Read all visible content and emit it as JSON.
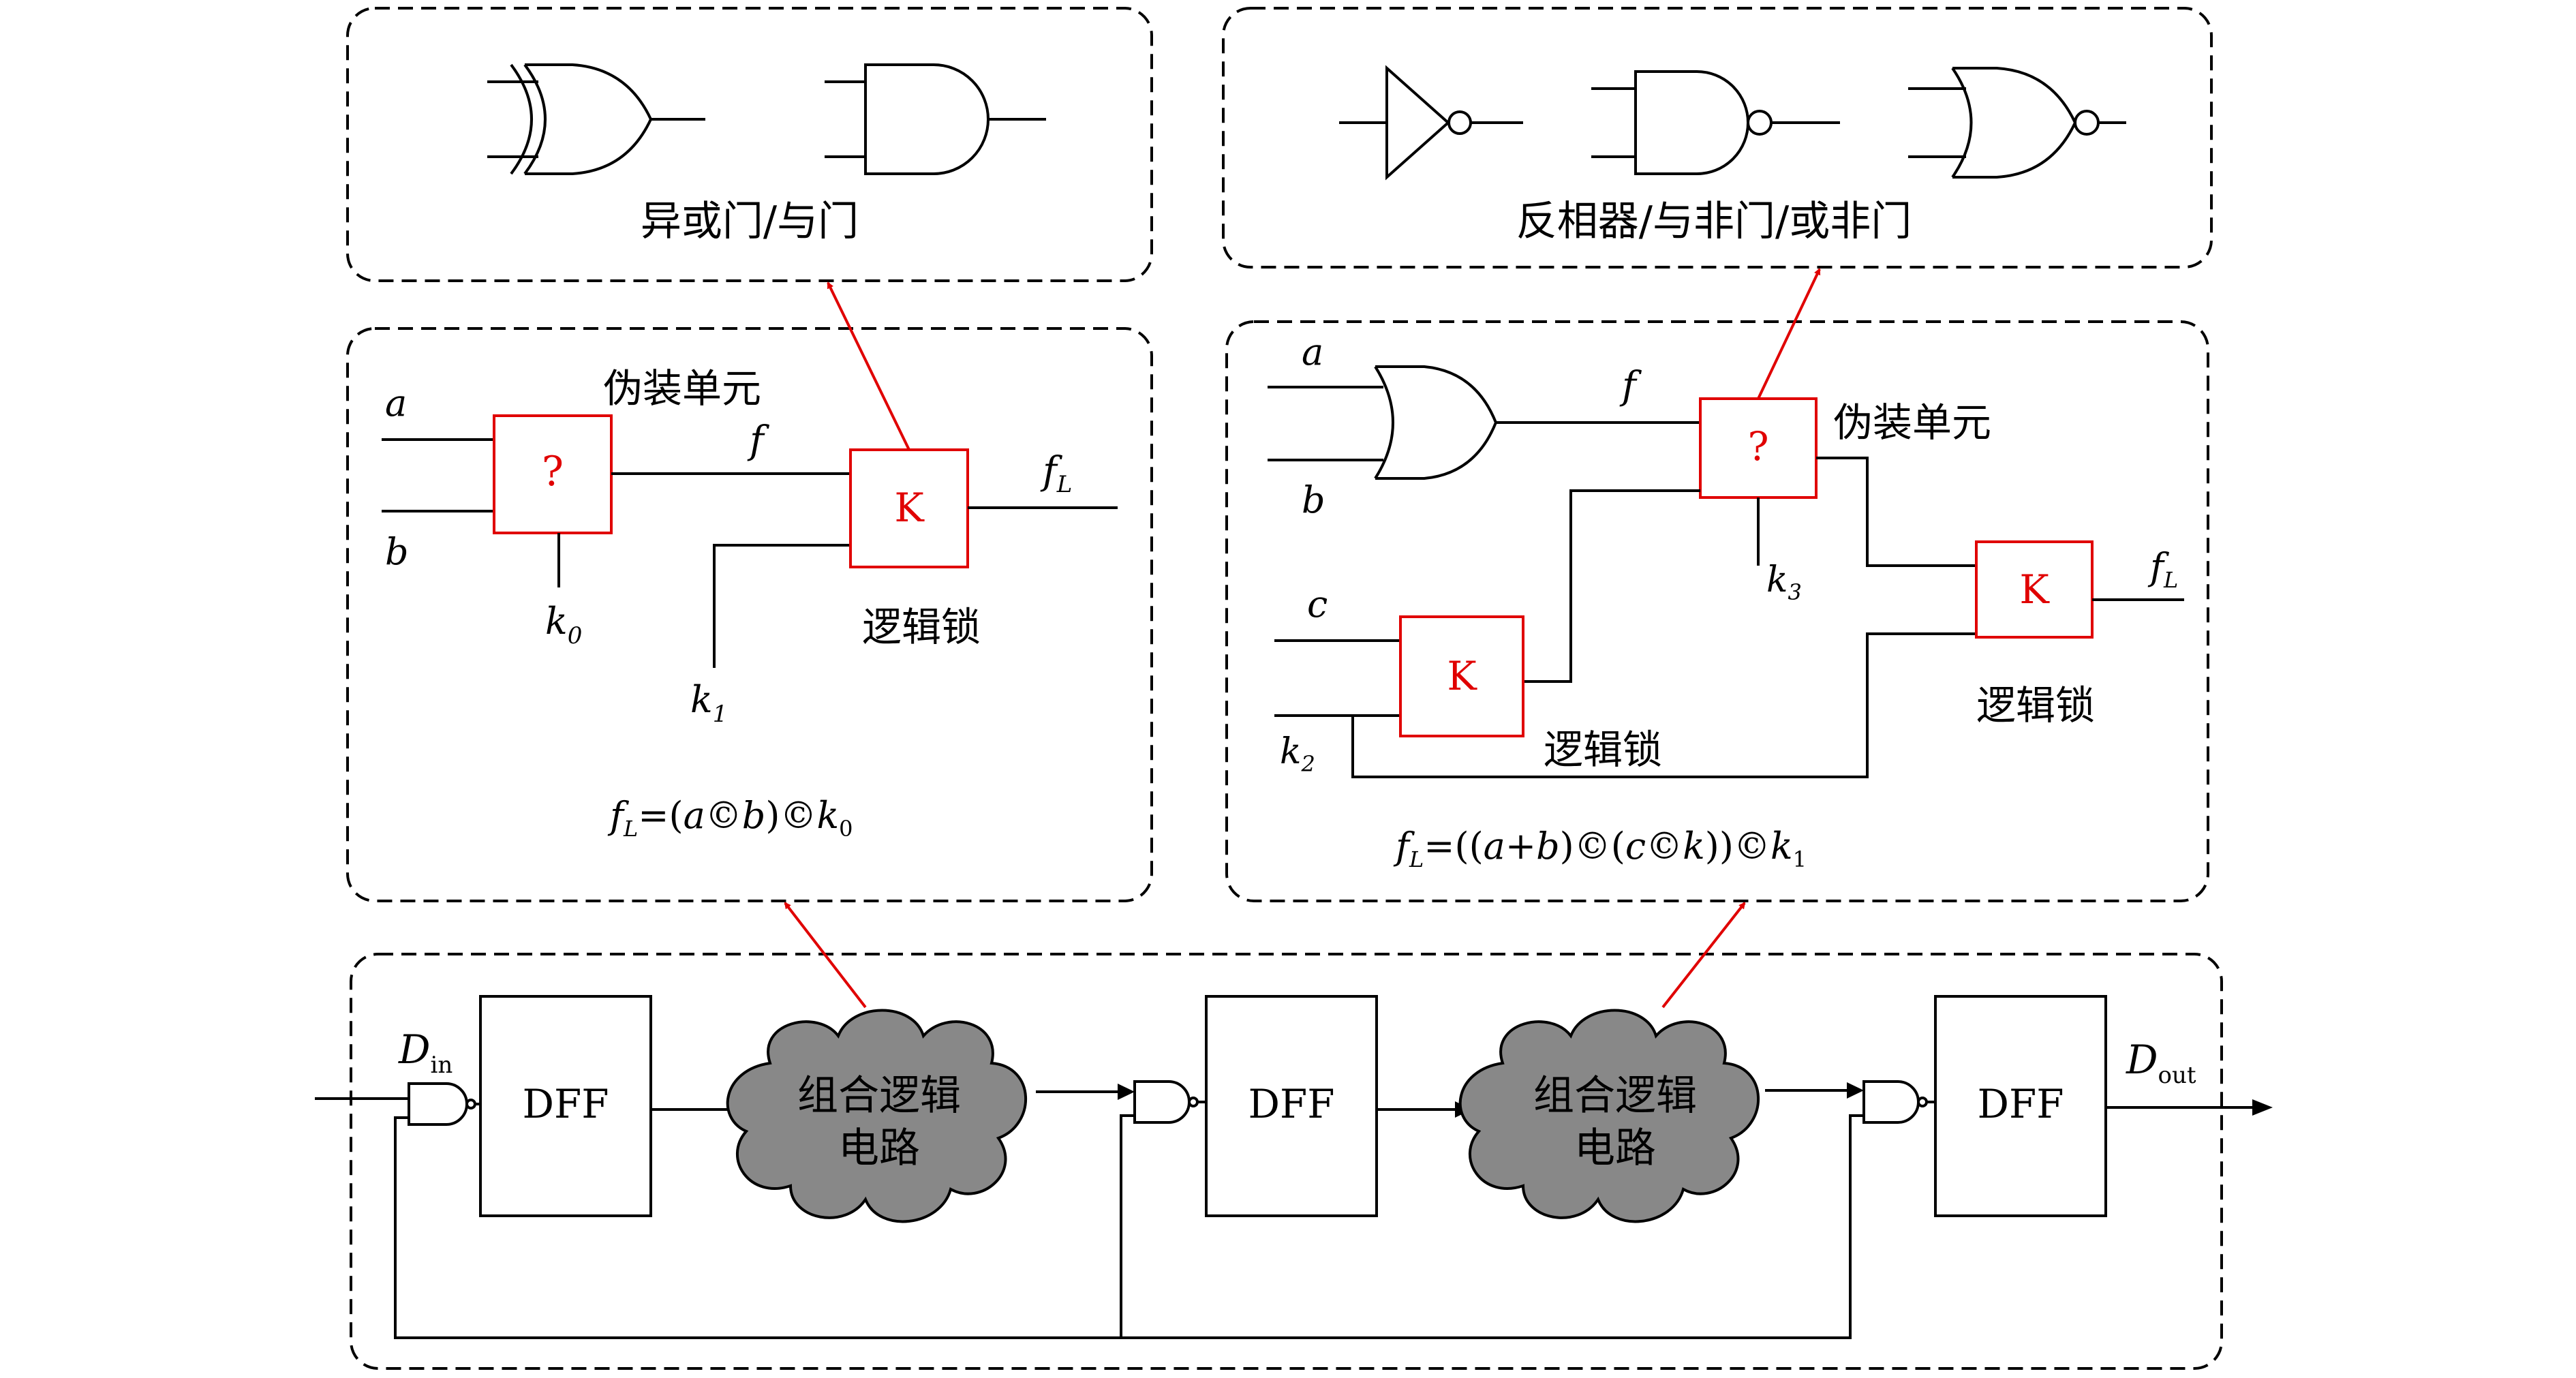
{
  "top_left": {
    "caption": "异或门/与门"
  },
  "top_right": {
    "caption": "反相器/与非门/或非门"
  },
  "mid_left": {
    "input_a": "a",
    "input_b": "b",
    "unknown_gate": "?",
    "camouflage_label": "伪装单元",
    "wire_f": "f",
    "lock_key": "K",
    "output": "f",
    "output_sub": "L",
    "key0": "k",
    "key0_sub": "0",
    "key1": "k",
    "key1_sub": "1",
    "lock_label": "逻辑锁",
    "formula": {
      "f": "f",
      "L": "L",
      "eq": "=(",
      "a": "a",
      "op1": "©",
      "b": "b",
      "close": ")",
      "op2": "©",
      "k": "k",
      "sub": "0"
    }
  },
  "mid_right": {
    "input_a": "a",
    "input_b": "b",
    "input_c": "c",
    "wire_f": "f",
    "unknown_gate": "?",
    "camouflage_label": "伪装单元",
    "lock_key_left": "K",
    "lock_key_right": "K",
    "output": "f",
    "output_sub": "L",
    "key2": "k",
    "key2_sub": "2",
    "key3": "k",
    "key3_sub": "3",
    "lock_label_bottom": "逻辑锁",
    "lock_label_right": "逻辑锁",
    "formula": {
      "f": "f",
      "L": "L",
      "eq": "=((",
      "a": "a",
      "plus": "+",
      "b": "b",
      "mid1": ")©(",
      "c": "c",
      "op": "©",
      "k": "k",
      "mid2": "))©",
      "k2": "k",
      "sub": "1"
    }
  },
  "bottom": {
    "d_in": "D",
    "d_in_sub": "in",
    "d_out": "D",
    "d_out_sub": "out",
    "dff1": "DFF",
    "dff2": "DFF",
    "dff3": "DFF",
    "cloud1_line1": "组合逻辑",
    "cloud1_line2": "电路",
    "cloud2_line1": "组合逻辑",
    "cloud2_line2": "电路"
  }
}
